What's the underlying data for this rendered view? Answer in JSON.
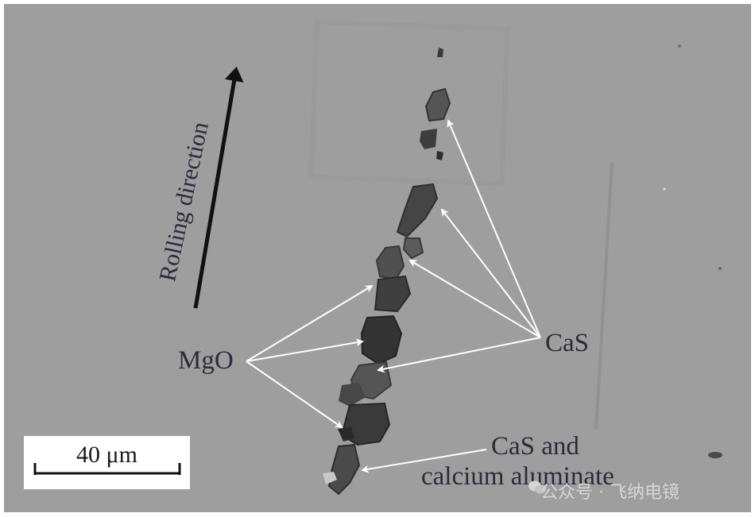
{
  "image": {
    "labels": {
      "rolling_direction": "Rolling direction",
      "mgo": "MgO",
      "cas": "CaS",
      "cas_and": "CaS and",
      "calcium_aluminate": "calcium aluminate"
    },
    "scale_bar": {
      "text": "40 μm"
    },
    "watermark": {
      "text": "公众号 · 飞纳电镜",
      "icon": "wechat-icon"
    },
    "colors": {
      "background": "#9e9e9e",
      "inclusion_dark": "#3a3a3a",
      "arrow_black": "#111111",
      "arrow_white": "#ffffff",
      "label_text": "#2b2b3a"
    }
  }
}
